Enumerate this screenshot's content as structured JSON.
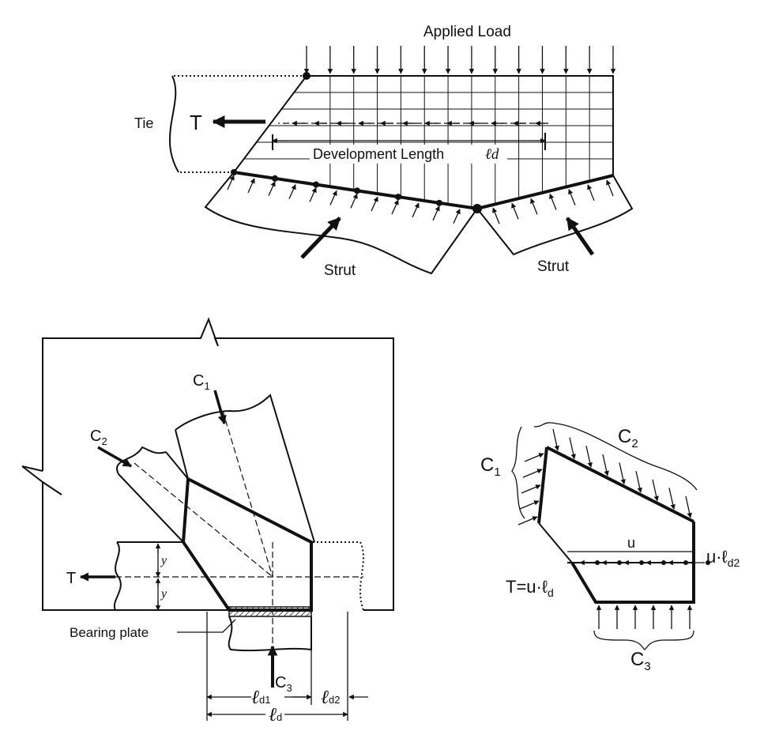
{
  "top": {
    "applied_load": "Applied Load",
    "tie": "Tie",
    "T": "T",
    "development_length": "Development Length",
    "ld_symbol": "ℓd",
    "strut_left": "Strut",
    "strut_right": "Strut"
  },
  "node": {
    "C1": "C",
    "C1_sub": "1",
    "C2": "C",
    "C2_sub": "2",
    "C3": "C",
    "C3_sub": "3",
    "T": "T",
    "y_upper": "y",
    "y_lower": "y",
    "bearing_plate": "Bearing plate",
    "ld1": "ℓ",
    "ld1_sub": "d1",
    "ld2": "ℓ",
    "ld2_sub": "d2",
    "ld": "ℓ",
    "ld_sub": "d"
  },
  "free_body": {
    "C1": "C",
    "C1_sub": "1",
    "C2": "C",
    "C2_sub": "2",
    "C3": "C",
    "C3_sub": "3",
    "u": "u",
    "u_ld2": "u·ℓ",
    "u_ld2_sub": "d2",
    "T_eq": "T=u·ℓ",
    "T_eq_sub": "d"
  }
}
